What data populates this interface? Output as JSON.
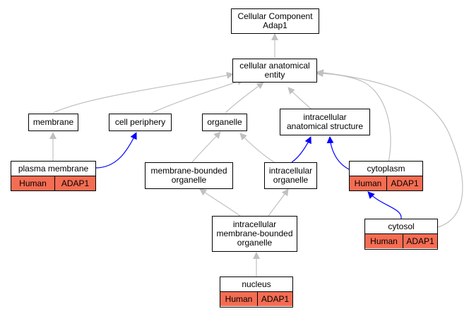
{
  "colors": {
    "grey_edge": "#c0c0c0",
    "blue_edge": "#0000ff",
    "annotation_fill": "#f46d53"
  },
  "nodes": {
    "root": "Cellular Component\nAdap1",
    "cellular_anatomical_entity": "cellular anatomical\nentity",
    "membrane": "membrane",
    "cell_periphery": "cell periphery",
    "organelle": "organelle",
    "intracellular_anatomical_structure": "intracellular\nanatomical structure",
    "membrane_bounded_organelle": "membrane-bounded\norganelle",
    "intracellular_organelle": "intracellular\norganelle",
    "intracellular_membrane_bounded_organelle": "intracellular\nmembrane-bounded\norganelle"
  },
  "annotated": {
    "plasma_membrane": {
      "title": "plasma membrane",
      "species": "Human",
      "gene": "ADAP1"
    },
    "cytoplasm": {
      "title": "cytoplasm",
      "species": "Human",
      "gene": "ADAP1"
    },
    "cytosol": {
      "title": "cytosol",
      "species": "Human",
      "gene": "ADAP1"
    },
    "nucleus": {
      "title": "nucleus",
      "species": "Human",
      "gene": "ADAP1"
    }
  }
}
